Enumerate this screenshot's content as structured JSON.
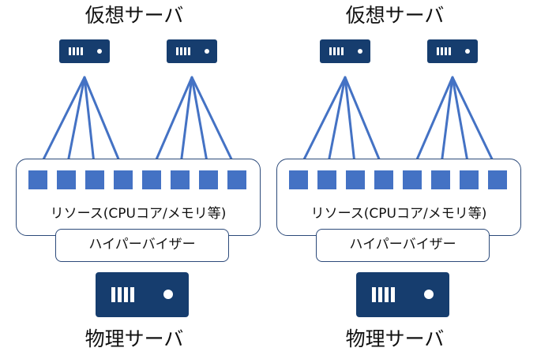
{
  "diagrams": [
    {
      "virtual_server_label": "仮想サーバ",
      "resource_label": "リソース(CPUコア/メモリ等)",
      "hypervisor_label": "ハイパーバイザー",
      "physical_server_label": "物理サーバ"
    },
    {
      "virtual_server_label": "仮想サーバ",
      "resource_label": "リソース(CPUコア/メモリ等)",
      "hypervisor_label": "ハイパーバイザー",
      "physical_server_label": "物理サーバ"
    }
  ],
  "colors": {
    "server": "#163d6e",
    "resource": "#4472c4",
    "line": "#4472c4",
    "border": "#2c4a7a"
  },
  "icons": [
    "server-icon",
    "resource-block"
  ]
}
